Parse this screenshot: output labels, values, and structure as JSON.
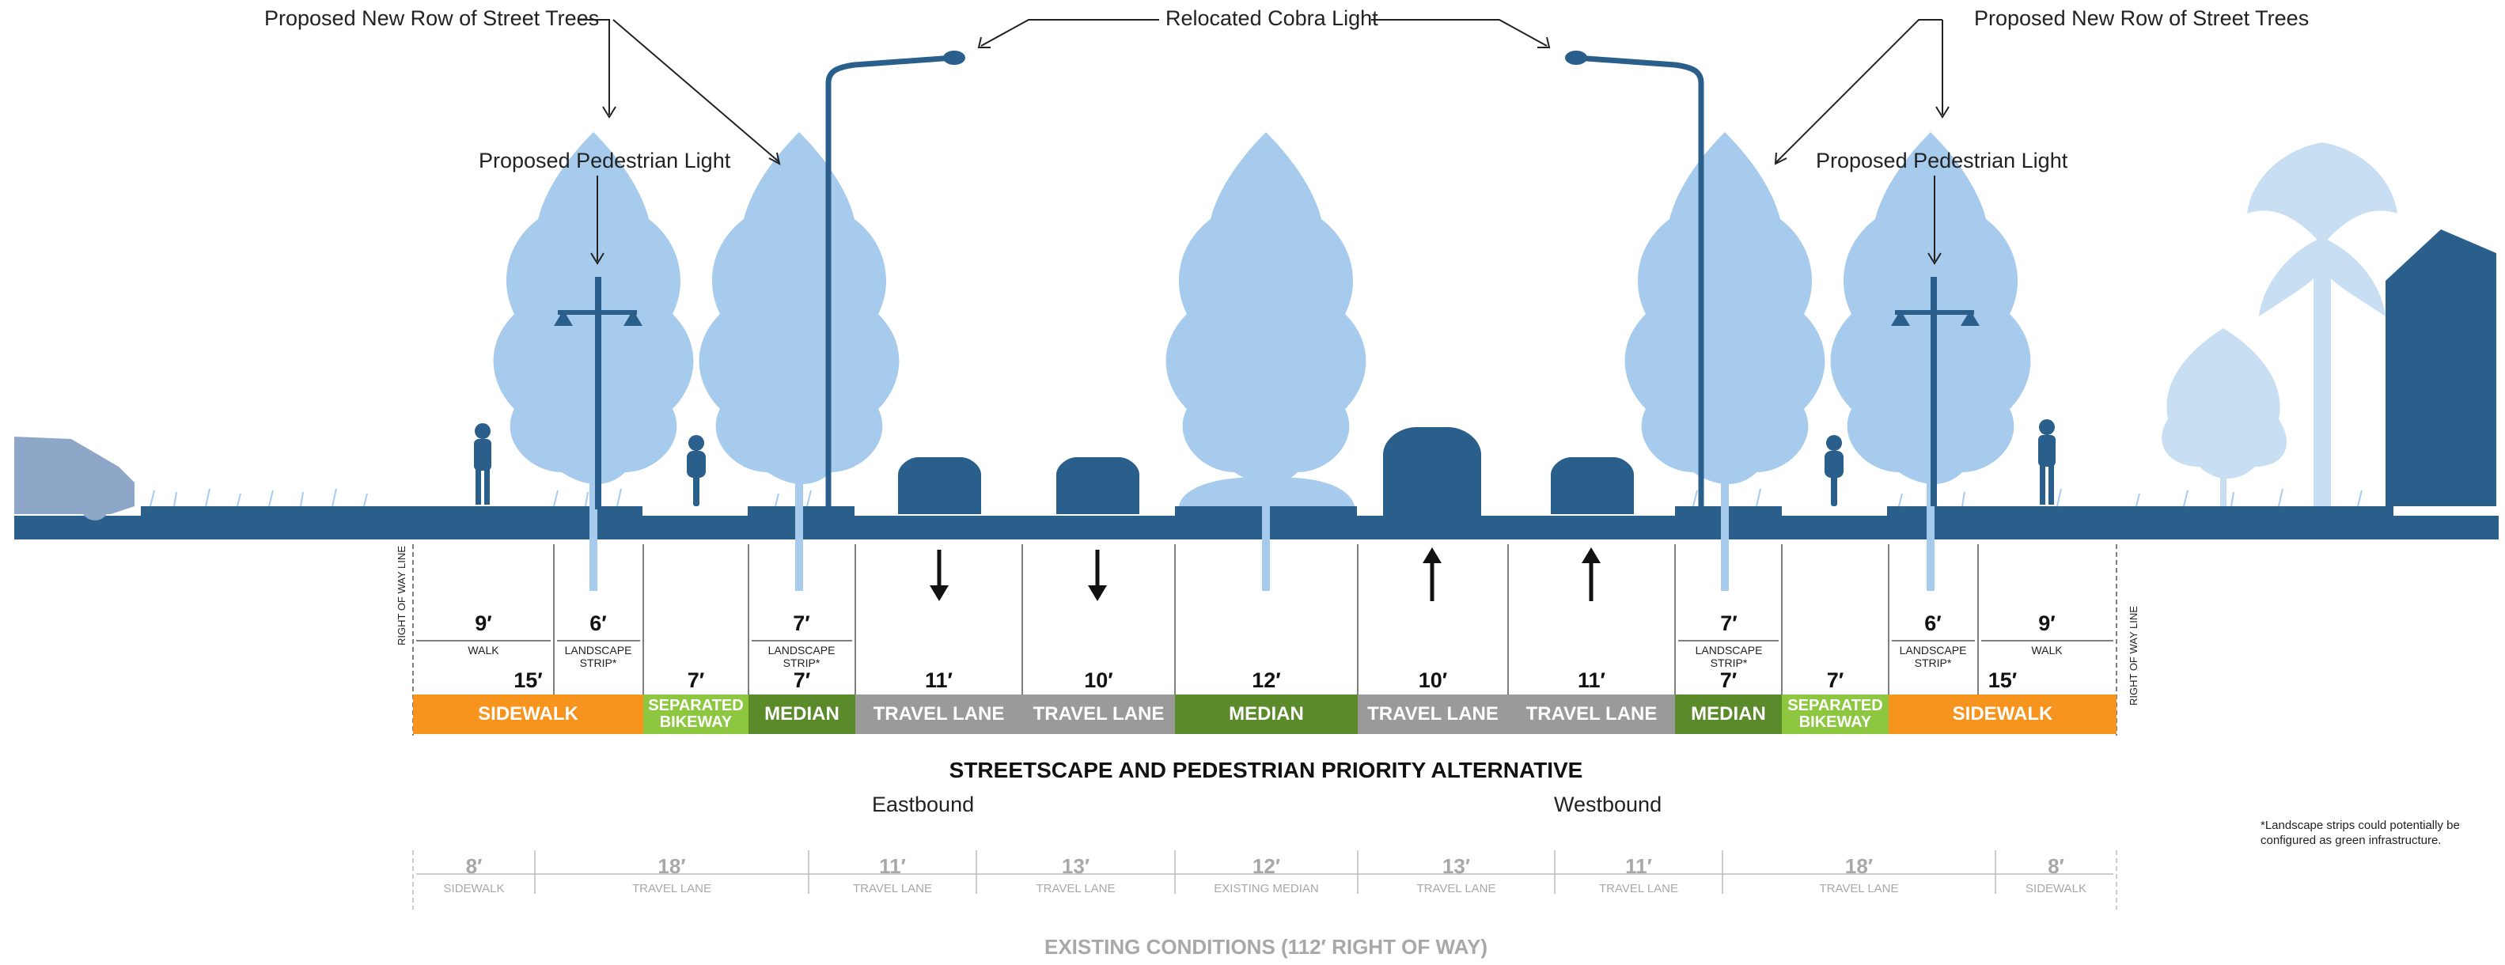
{
  "callouts": {
    "trees_left": "Proposed New Row of Street Trees",
    "trees_right": "Proposed New Row of Street Trees",
    "cobra": "Relocated Cobra Light",
    "ped_left": "Proposed Pedestrian Light",
    "ped_right": "Proposed Pedestrian Light"
  },
  "row_label": "RIGHT OF WAY LINE",
  "proposed": {
    "segments": [
      {
        "width": "15′",
        "label": "SIDEWALK",
        "color": "#f7941d"
      },
      {
        "width": "7′",
        "label": "SEPARATED BIKEWAY",
        "color": "#8dc63f"
      },
      {
        "width": "7′",
        "label": "MEDIAN",
        "color": "#5a8a2a"
      },
      {
        "width": "11′",
        "label": "TRAVEL LANE",
        "color": "#9a9a9a"
      },
      {
        "width": "10′",
        "label": "TRAVEL LANE",
        "color": "#9a9a9a"
      },
      {
        "width": "12′",
        "label": "MEDIAN",
        "color": "#5a8a2a"
      },
      {
        "width": "10′",
        "label": "TRAVEL LANE",
        "color": "#9a9a9a"
      },
      {
        "width": "11′",
        "label": "TRAVEL LANE",
        "color": "#9a9a9a"
      },
      {
        "width": "7′",
        "label": "MEDIAN",
        "color": "#5a8a2a"
      },
      {
        "width": "7′",
        "label": "SEPARATED BIKEWAY",
        "color": "#8dc63f"
      },
      {
        "width": "15′",
        "label": "SIDEWALK",
        "color": "#f7941d"
      }
    ],
    "sub_segments": [
      {
        "width": "9′",
        "label": "WALK"
      },
      {
        "width": "6′",
        "label": "LANDSCAPE STRIP*"
      },
      {
        "width": "7′",
        "label": "LANDSCAPE STRIP*"
      },
      {
        "width": "7′",
        "label": "LANDSCAPE STRIP*"
      },
      {
        "width": "6′",
        "label": "LANDSCAPE STRIP*"
      },
      {
        "width": "9′",
        "label": "WALK"
      }
    ],
    "title": "STREETSCAPE AND PEDESTRIAN PRIORITY ALTERNATIVE",
    "eastbound": "Eastbound",
    "westbound": "Westbound"
  },
  "existing": {
    "segments": [
      {
        "width": "8′",
        "label": "SIDEWALK"
      },
      {
        "width": "18′",
        "label": "TRAVEL LANE"
      },
      {
        "width": "11′",
        "label": "TRAVEL LANE"
      },
      {
        "width": "13′",
        "label": "TRAVEL LANE"
      },
      {
        "width": "12′",
        "label": "EXISTING MEDIAN"
      },
      {
        "width": "13′",
        "label": "TRAVEL LANE"
      },
      {
        "width": "11′",
        "label": "TRAVEL LANE"
      },
      {
        "width": "18′",
        "label": "TRAVEL LANE"
      },
      {
        "width": "8′",
        "label": "SIDEWALK"
      }
    ],
    "title": "EXISTING CONDITIONS (112′ RIGHT OF WAY)"
  },
  "footnote": "*Landscape strips could potentially be configured as green infrastructure.",
  "colors": {
    "ground": "#2a5f8c",
    "tree": "#a6cbec",
    "tree_light": "#c8def3",
    "car": "#2a5f8c",
    "existing_text": "#a8a8a8"
  }
}
